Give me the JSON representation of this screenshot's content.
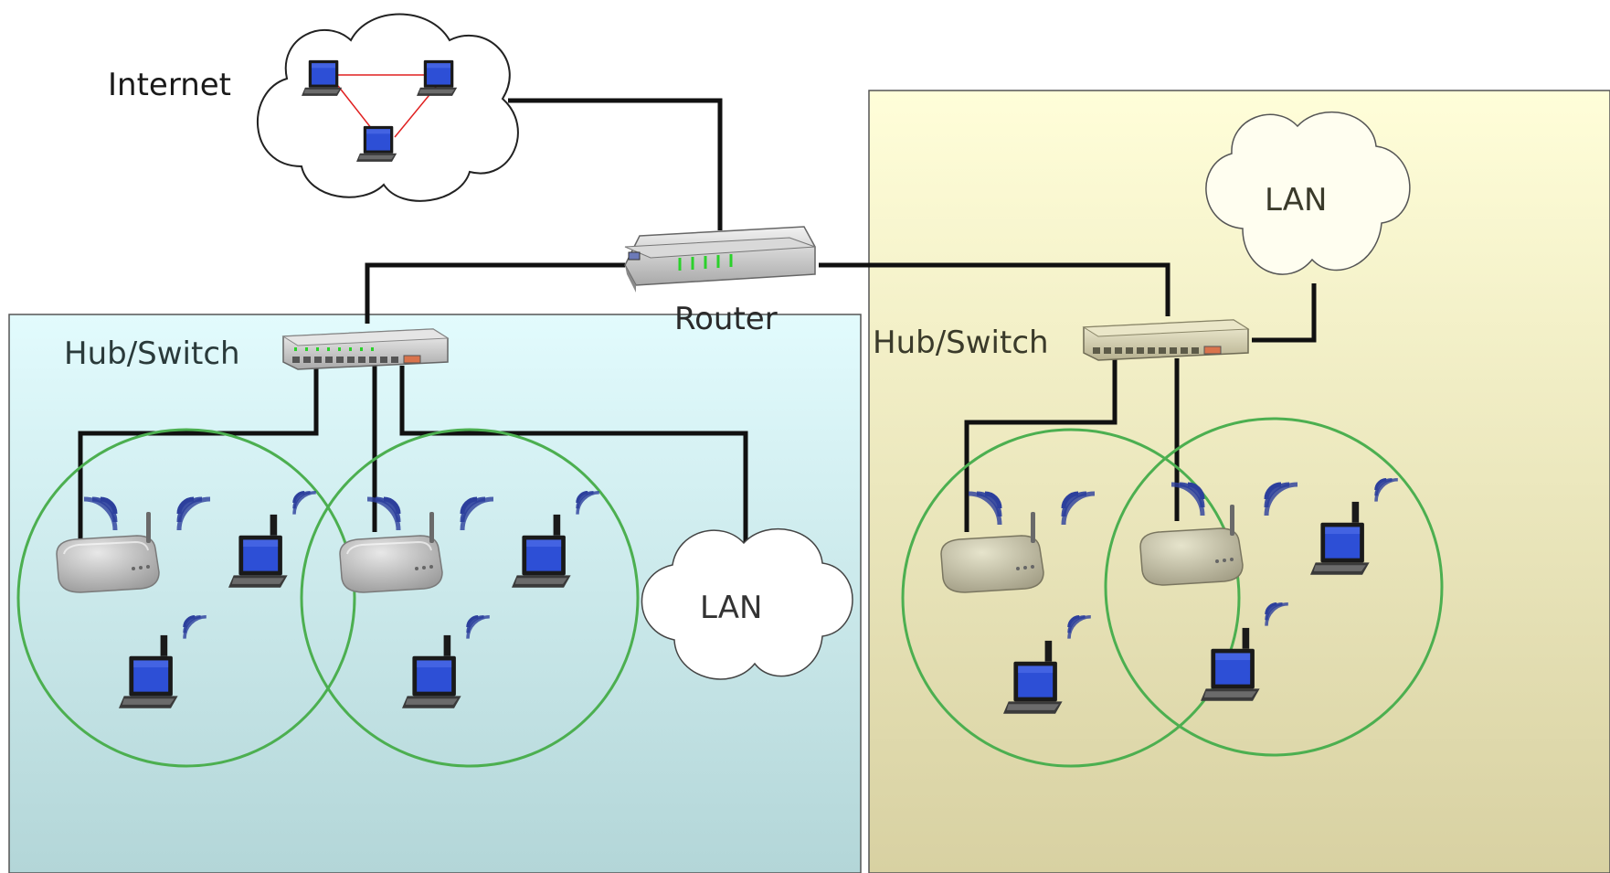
{
  "labels": {
    "internet": "Internet",
    "router": "Router",
    "hub_left": "Hub/Switch",
    "hub_right": "Hub/Switch",
    "lan_left": "LAN",
    "lan_right": "LAN"
  },
  "colors": {
    "left_zone_top": "#dff9fb",
    "left_zone_bottom": "#b6d8da",
    "right_zone_top": "#fdfcd6",
    "right_zone_bottom": "#d9d3a5",
    "cable": "#111111",
    "coverage_circle": "#4caf50",
    "wireless_signal": "#2c3f9c",
    "laptop_screen": "#2d4fd6",
    "peer_link": "#e02020"
  },
  "icons": {
    "cloud": "cloud-icon",
    "router": "router-icon",
    "switch": "switch-icon",
    "access_point": "wireless-access-point-icon",
    "laptop": "laptop-icon",
    "signal": "wifi-signal-icon"
  }
}
